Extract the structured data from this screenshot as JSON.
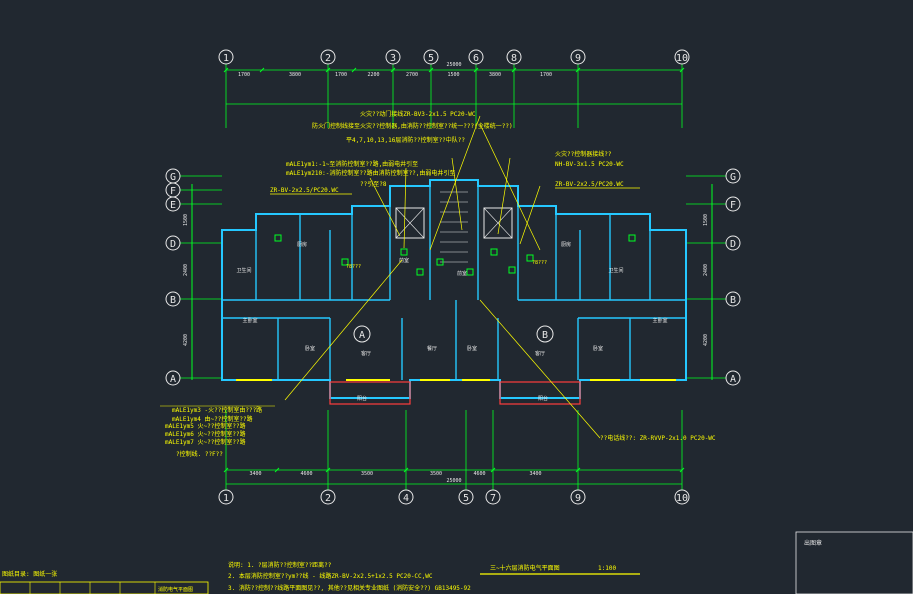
{
  "drawing": {
    "axes_top": [
      "1",
      "2",
      "3",
      "5",
      "6",
      "8",
      "9",
      "10"
    ],
    "axes_bottom": [
      "1",
      "2",
      "4",
      "5",
      "7",
      "9",
      "10"
    ],
    "axes_left": [
      "G",
      "F",
      "E",
      "D",
      "B",
      "A"
    ],
    "axes_right": [
      "G",
      "F",
      "D",
      "B",
      "A"
    ],
    "top_dims": [
      "1700",
      "3800",
      "1700",
      "2200",
      "2700",
      "1500",
      "3800",
      "1700"
    ],
    "top_total": "25000",
    "bottom_dims": [
      "3400",
      "4600",
      "3500",
      "3500",
      "4600",
      "3400"
    ],
    "bottom_total": "25000",
    "side_dims_left": [
      "1500",
      "2400",
      "4200"
    ],
    "side_dims_right": [
      "1500",
      "2400",
      "4200"
    ],
    "unit_labels": [
      "A",
      "B"
    ],
    "room_labels": [
      "主卧室",
      "卧室",
      "客厅",
      "餐厅",
      "卧室",
      "客厅",
      "卧室",
      "主卧室",
      "阳台",
      "阳台",
      "卫生间",
      "厨房",
      "厨房",
      "卫生间",
      "前室",
      "前室"
    ],
    "notes_top": [
      "火灾??动门接线ZR-BV3-2x1.5 PC20-WC",
      "防火门控制线接至火灾??控制器,由消防??控制室??统一???(全楼统一??)",
      "平4,7,10,13,16层消防??控制室??中队??",
      "mALE1ym1:-1~至消防控制室??路,由弱电井引至",
      "mALE1ym210:-消防控制室??路由消防控制室??,由弱电井引至",
      "ZR-BV-2x2.5/PC20.WC",
      "??引至?8"
    ],
    "notes_right": [
      "火灾??控制器接线??",
      "NH-BV-3x1.5 PC20-WC",
      "ZR-BV-2x2.5/PC20.WC"
    ],
    "notes_mid": [
      "?8???",
      "?8???"
    ],
    "notes_left_bottom": [
      "mALE1ym3 -火??控制室由???路",
      "mALE1ym4 由~??控制室??路",
      "mALE1ym5 火~??控制室??路",
      "mALE1ym6 火~??控制室??路",
      "mALE1ym7 火~??控制室??路",
      "?控制线. ??F??"
    ],
    "note_right_bottom": "??电话线??: ZR-RVVP-2x1.0 PC20-WC",
    "general_notes": [
      "说明: 1.  ?层消防??控制室??距离??",
      "2. 本层消防控制室??ym??线 - 线路ZR-BV-2x2.5+1x2.5  PC20-CC,WC",
      "3. 消防??控制??线路平面图见??, 其他??见相关专业图纸 (消防安全??) GB13495-92"
    ],
    "plan_title": "三~十六层消防电气平面图",
    "scale": "1:100",
    "title_block_label": "出图章",
    "left_block": [
      "图纸目录: 图纸一张",
      "",
      "",
      "",
      "",
      "消防电气平面图"
    ]
  }
}
